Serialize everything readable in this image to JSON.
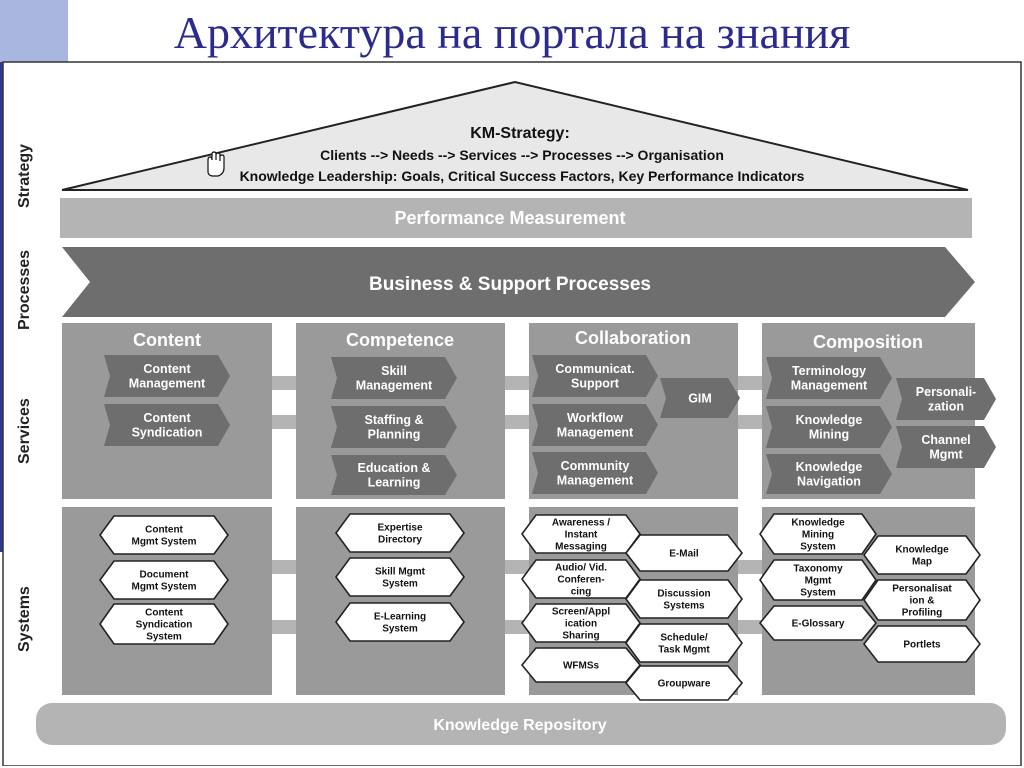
{
  "slide": {
    "title": "Архитектура на портала на знания"
  },
  "layers": {
    "strategy": "Strategy",
    "processes": "Processes",
    "services": "Services",
    "systems": "Systems"
  },
  "roof": {
    "title": "KM-Strategy:",
    "line1": "Clients --> Needs --> Services --> Processes --> Organisation",
    "line2": "Knowledge Leadership: Goals, Critical Success Factors, Key Performance Indicators"
  },
  "bars": {
    "performance": "Performance Measurement",
    "processes": "Business & Support Processes",
    "repository": "Knowledge Repository"
  },
  "columns": {
    "content": {
      "title": "Content",
      "services": [
        [
          "Content",
          "Management"
        ],
        [
          "Content",
          "Syndication"
        ]
      ],
      "systems": [
        [
          "Content",
          "Mgmt System"
        ],
        [
          "Document",
          "Mgmt System"
        ],
        [
          "Content",
          "Syndication",
          "System"
        ]
      ]
    },
    "competence": {
      "title": "Competence",
      "services": [
        [
          "Skill",
          "Management"
        ],
        [
          "Staffing &",
          "Planning"
        ],
        [
          "Education &",
          "Learning"
        ]
      ],
      "systems": [
        [
          "Expertise",
          "Directory"
        ],
        [
          "Skill Mgmt",
          "System"
        ],
        [
          "E-Learning",
          "System"
        ]
      ]
    },
    "collaboration": {
      "title": "Collaboration",
      "services": [
        [
          "Communicat.",
          "Support"
        ],
        [
          "Workflow",
          "Management"
        ],
        [
          "Community",
          "Management"
        ],
        [
          "GIM"
        ]
      ],
      "systems": [
        [
          "Awareness /",
          "Instant",
          "Messaging"
        ],
        [
          "Audio/ Vid.",
          "Conferen-",
          "cing"
        ],
        [
          "Screen/Appl",
          "ication",
          "Sharing"
        ],
        [
          "WFMSs"
        ],
        [
          "E-Mail"
        ],
        [
          "Discussion",
          "Systems"
        ],
        [
          "Schedule/",
          "Task Mgmt"
        ],
        [
          "Groupware"
        ]
      ]
    },
    "composition": {
      "title": "Composition",
      "services": [
        [
          "Terminology",
          "Management"
        ],
        [
          "Knowledge",
          "Mining"
        ],
        [
          "Knowledge",
          "Navigation"
        ],
        [
          "Personali-",
          "zation"
        ],
        [
          "Channel",
          "Mgmt"
        ]
      ],
      "systems": [
        [
          "Knowledge",
          "Mining",
          "System"
        ],
        [
          "Taxonomy",
          "Mgmt",
          "System"
        ],
        [
          "E-Glossary"
        ],
        [
          "Knowledge",
          "Map"
        ],
        [
          "Personalisat",
          "ion &",
          "Profiling"
        ],
        [
          "Portlets"
        ]
      ]
    }
  },
  "colors": {
    "title": "#2b2b8f",
    "dark_arrow": "#6e6e6e",
    "panel": "#9a9a9a",
    "light_bar": "#b4b4b4",
    "roof": "#e8e8e8"
  }
}
